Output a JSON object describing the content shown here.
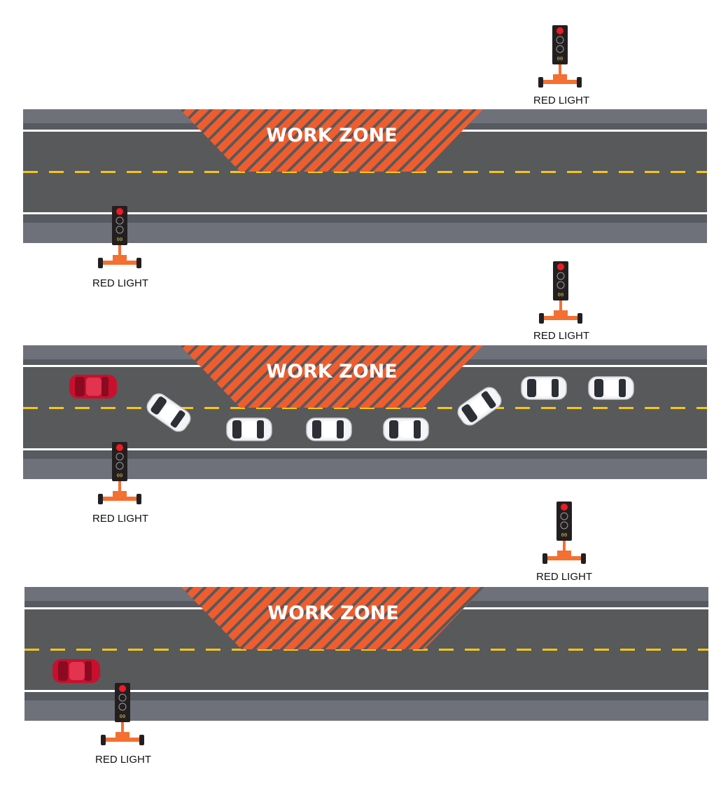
{
  "colors": {
    "asphalt": "#58595b",
    "shoulder": "#6e7179",
    "shoulder_edge": "#575a61",
    "lane_line": "#ffffff",
    "center_line": "#f5c518",
    "work_zone": "#ef5d2f",
    "signal_housing": "#231f20",
    "signal_red": "#ec1c24",
    "signal_base": "#f37032",
    "car_red": "#c8102e",
    "car_white": "#f4f4f6"
  },
  "panels": [
    {
      "id": "panel-1",
      "work_zone_label": "WORK ZONE",
      "signals": [
        {
          "label": "RED LIGHT",
          "state": "red",
          "counter": "00",
          "icon": "traffic-signal-icon"
        },
        {
          "label": "RED LIGHT",
          "state": "red",
          "counter": "00",
          "icon": "traffic-signal-icon"
        }
      ],
      "vehicles": []
    },
    {
      "id": "panel-2",
      "work_zone_label": "WORK ZONE",
      "signals": [
        {
          "label": "RED LIGHT",
          "state": "red",
          "counter": "00",
          "icon": "traffic-signal-icon"
        },
        {
          "label": "RED LIGHT",
          "state": "red",
          "counter": "00",
          "icon": "traffic-signal-icon"
        }
      ],
      "vehicles": [
        {
          "color": "red",
          "icon": "car-icon"
        },
        {
          "color": "white",
          "icon": "car-icon"
        },
        {
          "color": "white",
          "icon": "car-icon"
        },
        {
          "color": "white",
          "icon": "car-icon"
        },
        {
          "color": "white",
          "icon": "car-icon"
        },
        {
          "color": "white",
          "icon": "car-icon"
        },
        {
          "color": "white",
          "icon": "car-icon"
        },
        {
          "color": "white",
          "icon": "car-icon"
        }
      ]
    },
    {
      "id": "panel-3",
      "work_zone_label": "WORK ZONE",
      "signals": [
        {
          "label": "RED LIGHT",
          "state": "red",
          "counter": "00",
          "icon": "traffic-signal-icon"
        },
        {
          "label": "RED LIGHT",
          "state": "red",
          "counter": "00",
          "icon": "traffic-signal-icon"
        }
      ],
      "vehicles": [
        {
          "color": "red",
          "icon": "car-icon"
        }
      ]
    }
  ]
}
